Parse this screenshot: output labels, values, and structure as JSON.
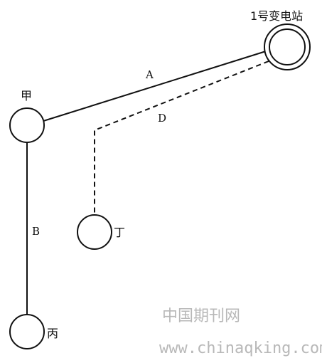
{
  "nodes": {
    "substation": "1号变电站",
    "jia": "甲",
    "ding": "丁",
    "bing": "丙"
  },
  "lines": {
    "a": "A",
    "b": "B",
    "d": "D"
  },
  "watermark": {
    "cn": "中国期刊网",
    "url": "www.chinaqking.com"
  }
}
